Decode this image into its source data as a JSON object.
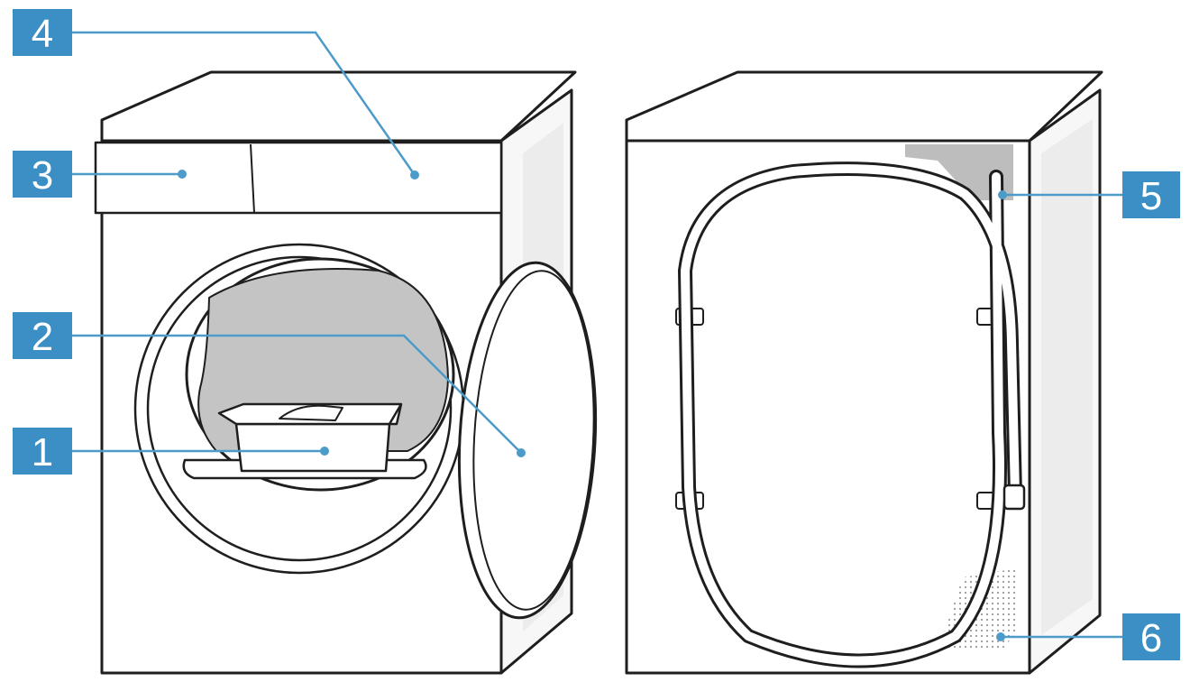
{
  "colors": {
    "callout_fill": "#3b8fc4",
    "leader_line": "#4d9bc9",
    "outline": "#1e1e1e",
    "drum_interior": "#c4c4c4",
    "vent_grey": "#bdbdbd"
  },
  "callouts": [
    {
      "number": "1",
      "target": "fluff-filter"
    },
    {
      "number": "2",
      "target": "door"
    },
    {
      "number": "3",
      "target": "control-panel"
    },
    {
      "number": "4",
      "target": "water-tank"
    },
    {
      "number": "5",
      "target": "drain-hose"
    },
    {
      "number": "6",
      "target": "ventilation-grille"
    }
  ]
}
